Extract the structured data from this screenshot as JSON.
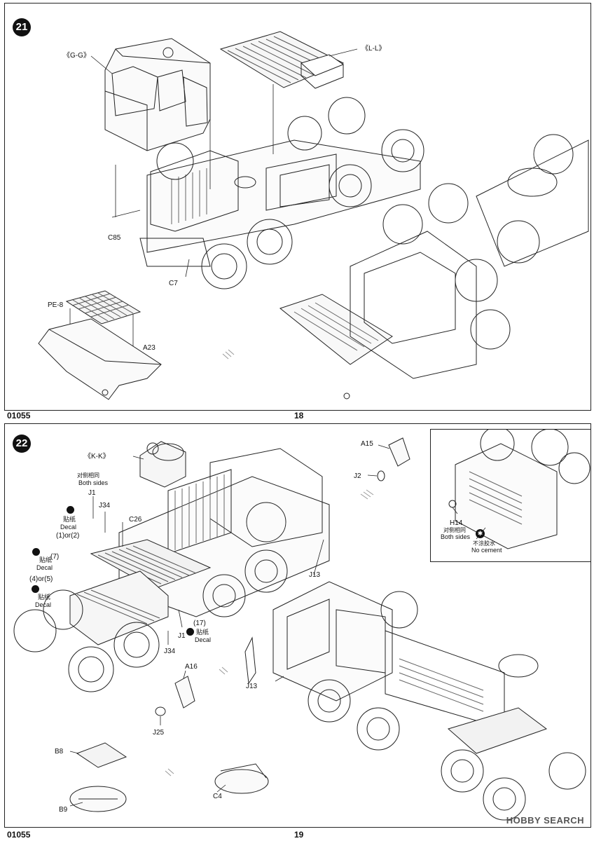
{
  "step21": {
    "number": "21",
    "labels": {
      "gg": "《G-G》",
      "ll": "《L-L》",
      "c85": "C85",
      "c7": "C7",
      "pe8": "PE-8",
      "a23": "A23"
    }
  },
  "step22": {
    "number": "22",
    "labels": {
      "kk": "《K-K》",
      "both_sides_cn": "对侧相同",
      "both_sides_en": "Both sides",
      "j1_top": "J1",
      "j34_top": "J34",
      "c26": "C26",
      "decal_cn_1": "贴纸",
      "decal_en_1": "Decal",
      "decal_num_1": "(1)or(2)",
      "decal_num_7": "(7)",
      "decal_cn_2": "贴纸",
      "decal_en_2": "Decal",
      "decal_num_45": "(4)or(5)",
      "decal_cn_3": "贴纸",
      "decal_en_3": "Decal",
      "decal_num_17": "(17)",
      "decal_cn_4": "贴纸",
      "decal_en_4": "Decal",
      "j1_bottom": "J1",
      "j34_bottom": "J34",
      "j13_right": "J13",
      "j13_left": "J13",
      "a15": "A15",
      "j2": "J2",
      "a16": "A16",
      "j25": "J25",
      "b8": "B8",
      "b9": "B9",
      "c4": "C4"
    },
    "inset": {
      "h14": "H14",
      "both_sides_cn": "对侧相同",
      "both_sides_en": "Both sides",
      "no_cement_cn": "不涂胶水",
      "no_cement_en": "No cement"
    }
  },
  "footer": {
    "code_top": "01055",
    "page_top": "18",
    "code_bottom": "01055",
    "page_bottom": "19",
    "watermark": "HOBBY SEARCH"
  }
}
